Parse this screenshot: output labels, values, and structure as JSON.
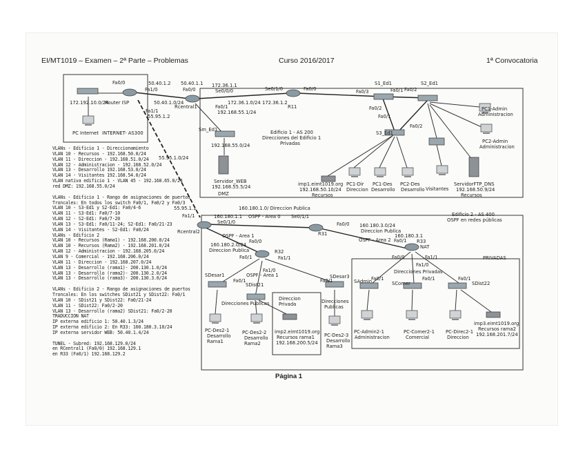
{
  "header": {
    "course_code": "EI/MT1019 – Examen – 2ª Parte – Problemas",
    "year": "Curso 2016/2017",
    "session": "1ª Convocatoria"
  },
  "footer": {
    "page": "Página 1"
  },
  "labels": {
    "l1": "172.192.10.0/24",
    "l2": "Router ISP",
    "l3": "Fa0/0",
    "l4": "Fa1/1",
    "l5": "55.95.1.2",
    "l6": "PC Internet",
    "l7": "INTERNET- AS300",
    "l8": "50.40.1.2",
    "l9": "Fa1/0",
    "l10": "50.40.1.1",
    "l11": "Fa0/0",
    "l12": "50.40.1.0/24",
    "l13": "Rcentral1",
    "l14": "Fa0/1",
    "l15": "192.168.55.1/24",
    "l16": "172.36.1.1",
    "l17": "Se0/0/0",
    "l18": "172.36.1.0/24",
    "l19": "Se0/1/0",
    "l20": "172.36.1.2",
    "l21": "R11",
    "l22": "Fa0/0",
    "l23": "S1_Ed1",
    "l24": "Fa0/3",
    "l25": "Fa0/1",
    "l26": "Fa0/2",
    "l27": "S2_Ed1",
    "l28": "Fa0/2",
    "l29": "Fa0/1",
    "l30": "Fa0/2",
    "l31": "S3_Ed1",
    "l32": "PC1-Admin",
    "l33": "Administracion",
    "l34": "PC2-Admin",
    "l35": "Administracion",
    "l36": "Sm_Ed1",
    "l37": "192.168.55.0/24",
    "l38": "Servidor_WEB",
    "l39": "192.168.55.5/24",
    "l40": "DMZ",
    "l41": "Edificio 1 - AS 200",
    "l42": "Direcciones del Edificio 1",
    "l43": "Privadas",
    "l44": "imp1.eimt1019.org",
    "l45": "192.168.50.10/24",
    "l46": "Recursos",
    "l47": "PC1-Dir",
    "l48": "Direccion",
    "l49": "PC1-Des",
    "l50": "Desarrollo",
    "l51": "PC2-Des",
    "l52": "Desarrollo",
    "l53": "Visitantes",
    "l54": "ServidorFTP_DNS",
    "l55": "192.168.50.9/24",
    "l56": "Recursos",
    "l57": "55.95.1.0/24",
    "l58": "55.95.1.1",
    "l59": "Fa1/1",
    "l60": "Rcentral2",
    "l61": "160.180.1.1",
    "l62": "Se0/1/0",
    "l63": "160.180.1.0/ Direccion Publica",
    "l64": "OSPF - Area 0",
    "l65": "Se0/1/1",
    "l66": "R31",
    "l67": "Fa0/0",
    "l68": "160.180.3.0/24",
    "l69": "Direccion Publica",
    "l70": "160.180.3.1",
    "l71": "OSPF - Area 2",
    "l72": "Fa0/1",
    "l73": "R33",
    "l74": "NAT",
    "l75": "Edificio 2 - AS 400",
    "l76": "OSPF en redes públicas",
    "l77": "OSPF - Area 1",
    "l78": "Fa0/0",
    "l79": "160.180.2.0/24",
    "l80": "Direccion Publica",
    "l81": "R32",
    "l82": "Fa0/1",
    "l83": "Fa1/1",
    "l84": "Fa1/0",
    "l85": "OSPF - Area 1",
    "l86": "SDesar1",
    "l87": "Fa0/1",
    "l88": "SDist21",
    "l89": "Fa0/1",
    "l90": "SDesar3",
    "l91": "Direcciones Publicas",
    "l92": "Direccion",
    "l93": "Privada",
    "l94": "Direcciones",
    "l95": "Publicas",
    "l96": "PC-Des2-1",
    "l97": "Desarrollo",
    "l98": "Rama1",
    "l99": "PC-Des2-2",
    "l100": "Desarrollo",
    "l101": "Rama2",
    "l102": "imp2.eimt1019.org",
    "l103": "Recursos rama1",
    "l104": "192.168.200.5/24",
    "l105": "PC-Des2-3",
    "l106": "Desarrollo",
    "l107": "Rama3",
    "l108": "Fa0/0",
    "l109": "Fa1/1",
    "l110": "PRIVADAS",
    "l111": "Fa1/0",
    "l112": "Direcciones Privadas",
    "l113": "SAdmin",
    "l114": "Fa0/1",
    "l115": "SComer",
    "l116": "Fa0/1",
    "l117": "Fa0/1",
    "l118": "SDist22",
    "l119": "PC-Admin2-1",
    "l120": "Administracion",
    "l121": "PC-Comer2-1",
    "l122": "Comercial",
    "l123": "PC-Direc2-1",
    "l124": "Direccion",
    "l125": "imp3.eimt1019.org",
    "l126": "Recursos rama2",
    "l127": "192.168.201.7/24"
  },
  "notes": [
    "VLANs - Edificio 1 - Direccionamiento",
    "VLAN 10 - Recursos - 192.168.50.0/24",
    "VLAN 11 - Direccion - 192.168.51.0/24",
    "VLAN 12 - Administracion - 192.168.52.0/24",
    "VLAN 13 - Desarrollo 192.168.53.0/24",
    "VLAN 14 - Visitantes 192.168.54.0/24",
    "VLAN nativa edificio 1 - VLAN 45 - 192.168.65.0/24",
    "red DMZ: 192.168.55.0/24",
    "",
    "VLANs - Edificio 1 - Rango de asignaciones de puertos",
    "Troncales: En todos los switch Fa0/1, Fa0/2 y Fa0/3",
    "VLAN 10 - S3-Ed1 y S2-Ed1: Fa0/4-6",
    "VLAN 11 - S3-Ed1: Fa0/7-10",
    "VLAN 12 - S2-Ed1: Fa0/7-20",
    "VLAN 13 - S3-Ed1: Fa0/11-24; S2-Ed1: Fa0/21-23",
    "VLAN 14 - Visitantes - S2-Ed1: Fa0/24",
    "VLANs - Edificio 2",
    "VLAN 10 - Recursos (Rama1) - 192.168.200.0/24",
    "VLAN 10 - Recursos (Rama2) - 192.168.201.0/24",
    "VLAN 12 - Administracion - 192.168.205.0/24",
    "VLAN 9 - Comercial - 192.168.206.0/24",
    "VLAN 11 - Direccion - 192.168.207.0/24",
    "VLAN 13 - Desarrollo (rama1)- 200.130.1.0/24",
    "VLAN 13 - Desarrollo (rama2)- 200.130.2.0/24",
    "VLAN 13 - Desarrollo (rama3)- 200.130.3.0/24",
    "",
    "VLANs - Edificio 2 - Rango de asignaciones de puertos",
    "Troncales: En los switches SDist21 y SDist22: Fa0/1",
    "VLAN 10 - SDist21 y SDist22: Fa0/21-24",
    "VLAN 11 - SDist22: Fa0/2-20",
    "VLAN 13 - Desarrollo (rama2) SDist21: Fa0/2-20",
    "TRADUCCION NAT",
    "IP externa edificio 1: 50.40.1.3/24",
    "IP externa edificio 2: En R33: 160.180.3.10/24",
    "IP externa servidor WEB: 50.40.1.4/24",
    "",
    "TUNEL - Subred: 192.168.129.0/24",
    "en RCentral1 (Fa0/0) 192.168.129.1",
    "en R33 (Fa0/1) 192.168.129.2"
  ]
}
